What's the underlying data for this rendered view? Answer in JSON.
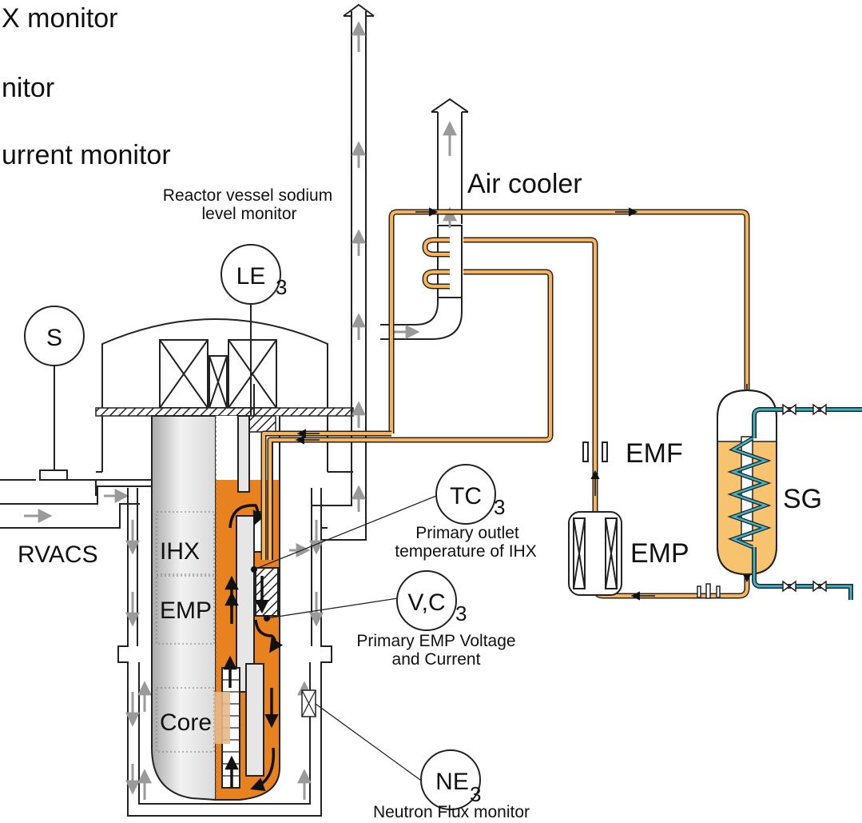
{
  "top_lines": [
    "X monitor",
    "nitor",
    "urrent monitor"
  ],
  "labels": {
    "air_cooler": "Air cooler",
    "rv_sodium_level": [
      "Reactor vessel sodium",
      "level monitor"
    ],
    "emf": "EMF",
    "emp_secondary": "EMP",
    "sg": "SG",
    "rvacs": "RVACS",
    "ihx": "IHX",
    "emp_primary": "EMP",
    "core": "Core",
    "ihx_outlet_temp": [
      "Primary outlet",
      "temperature of IHX"
    ],
    "emp_voltage_current": [
      "Primary EMP Voltage",
      "and Current"
    ],
    "neutron_flux": "Neutron Flux monitor"
  },
  "sensors": {
    "s": {
      "symbol": "S",
      "subscript": ""
    },
    "le": {
      "symbol": "LE",
      "subscript": "3"
    },
    "tc": {
      "symbol": "TC",
      "subscript": "3"
    },
    "vc": {
      "symbol": "V,C",
      "subscript": "3"
    },
    "ne": {
      "symbol": "NE",
      "subscript": "3"
    }
  },
  "colors": {
    "primary_sodium": "#e8821e",
    "secondary_sodium": "#f7b45a",
    "sg_fill": "#f7c36e",
    "water_steam": "#3bb3c9",
    "air_arrow": "#9a9a9a",
    "flow_arrow": "#111111",
    "vessel_grey": "#cfcfcf"
  }
}
